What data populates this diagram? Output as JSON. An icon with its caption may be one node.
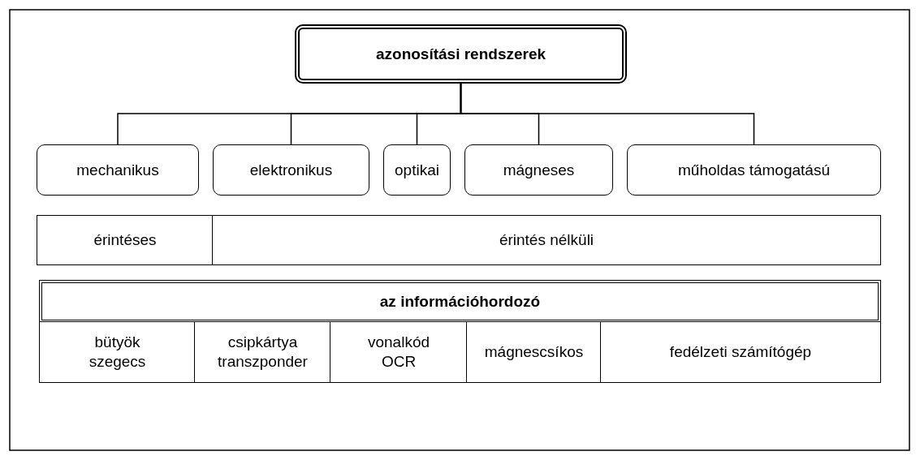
{
  "diagram": {
    "nodes": [
      {
        "text": [
          "azonosítási rendszerek"
        ]
      },
      {
        "text": [
          "mechanikus"
        ]
      },
      {
        "text": [
          "elektronikus"
        ]
      },
      {
        "text": [
          "optikai"
        ]
      },
      {
        "text": [
          "mágneses"
        ]
      },
      {
        "text": [
          "műholdas támogatású"
        ]
      },
      {
        "text": [
          "érintéses"
        ]
      },
      {
        "text": [
          "érintés nélküli"
        ]
      },
      {
        "text": [
          "az információhordozó"
        ]
      },
      {
        "text": [
          "bütyök",
          "szegecs"
        ]
      },
      {
        "text": [
          "csipkártya",
          "transzponder"
        ]
      },
      {
        "text": [
          "vonalkód",
          "OCR"
        ]
      },
      {
        "text": [
          "mágnescsíkos"
        ]
      },
      {
        "text": [
          "fedélzeti számítógép"
        ]
      }
    ],
    "edges": [
      {
        "from": 0,
        "to": 1,
        "arrow": "none"
      },
      {
        "from": 0,
        "to": 2,
        "arrow": "none"
      },
      {
        "from": 0,
        "to": 3,
        "arrow": "none"
      },
      {
        "from": 0,
        "to": 4,
        "arrow": "none"
      },
      {
        "from": 0,
        "to": 5,
        "arrow": "none"
      }
    ]
  }
}
